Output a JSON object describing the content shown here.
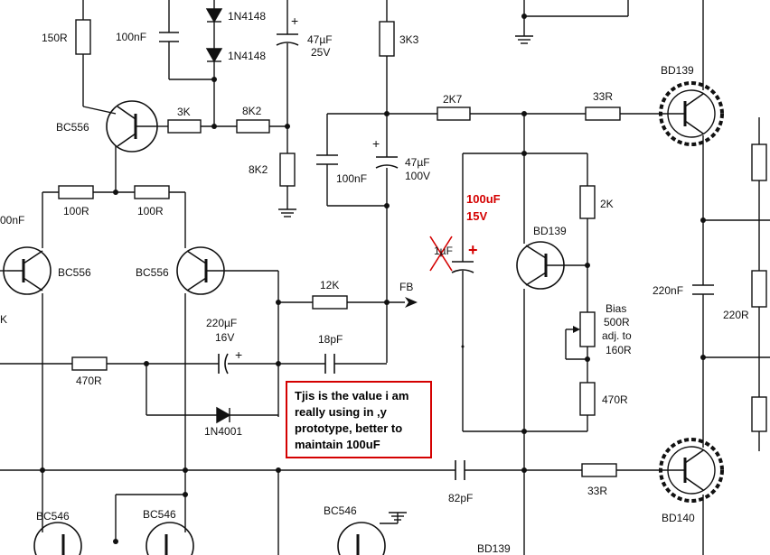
{
  "labels": {
    "r150": "150R",
    "c100n_top": "100nF",
    "d_1n4148_a": "1N4148",
    "d_1n4148_b": "1N4148",
    "c47u_25_val": "47µF",
    "c47u_25_v": "25V",
    "r3k3": "3K3",
    "q_bc556_top": "BC556",
    "r3k": "3K",
    "r8k2_h": "8K2",
    "r8k2_v": "8K2",
    "r2k7": "2K7",
    "r33_top": "33R",
    "q_bd139_top": "BD139",
    "c100n_mid": "100nF",
    "c47u_100_val": "47µF",
    "c47u_100_v": "100V",
    "r100_a": "100R",
    "r100_b": "100R",
    "c100n_left": "00nF",
    "q_bc556_l": "BC556",
    "q_bc556_r": "BC556",
    "k_edge": "K",
    "r12k": "12K",
    "fb": "FB",
    "c220u_val": "220µF",
    "c220u_v": "16V",
    "c18p": "18pF",
    "r470_h": "470R",
    "d_1n4001": "1N4001",
    "c1u_old": "1µF",
    "c100u_new_val": "100uF",
    "c100u_new_v": "15V",
    "r2k": "2K",
    "q_bd139_mid": "BD139",
    "bias_1": "Bias",
    "bias_2": "500R",
    "bias_3": "adj. to",
    "bias_4": "160R",
    "r470_v": "470R",
    "c220n": "220nF",
    "r220": "220R",
    "c82p": "82pF",
    "r33_bot": "33R",
    "q_bd140": "BD140",
    "q_bc546_a": "BC546",
    "q_bc546_b": "BC546",
    "q_bc546_c": "BC546",
    "q_bd139_bot": "BD139"
  },
  "note": {
    "text": "Tjis is the value i am really using in ,y prototype, better to maintain 100uF"
  },
  "colors": {
    "wire": "#111111",
    "annotation": "#d40000",
    "background": "#ffffff"
  }
}
